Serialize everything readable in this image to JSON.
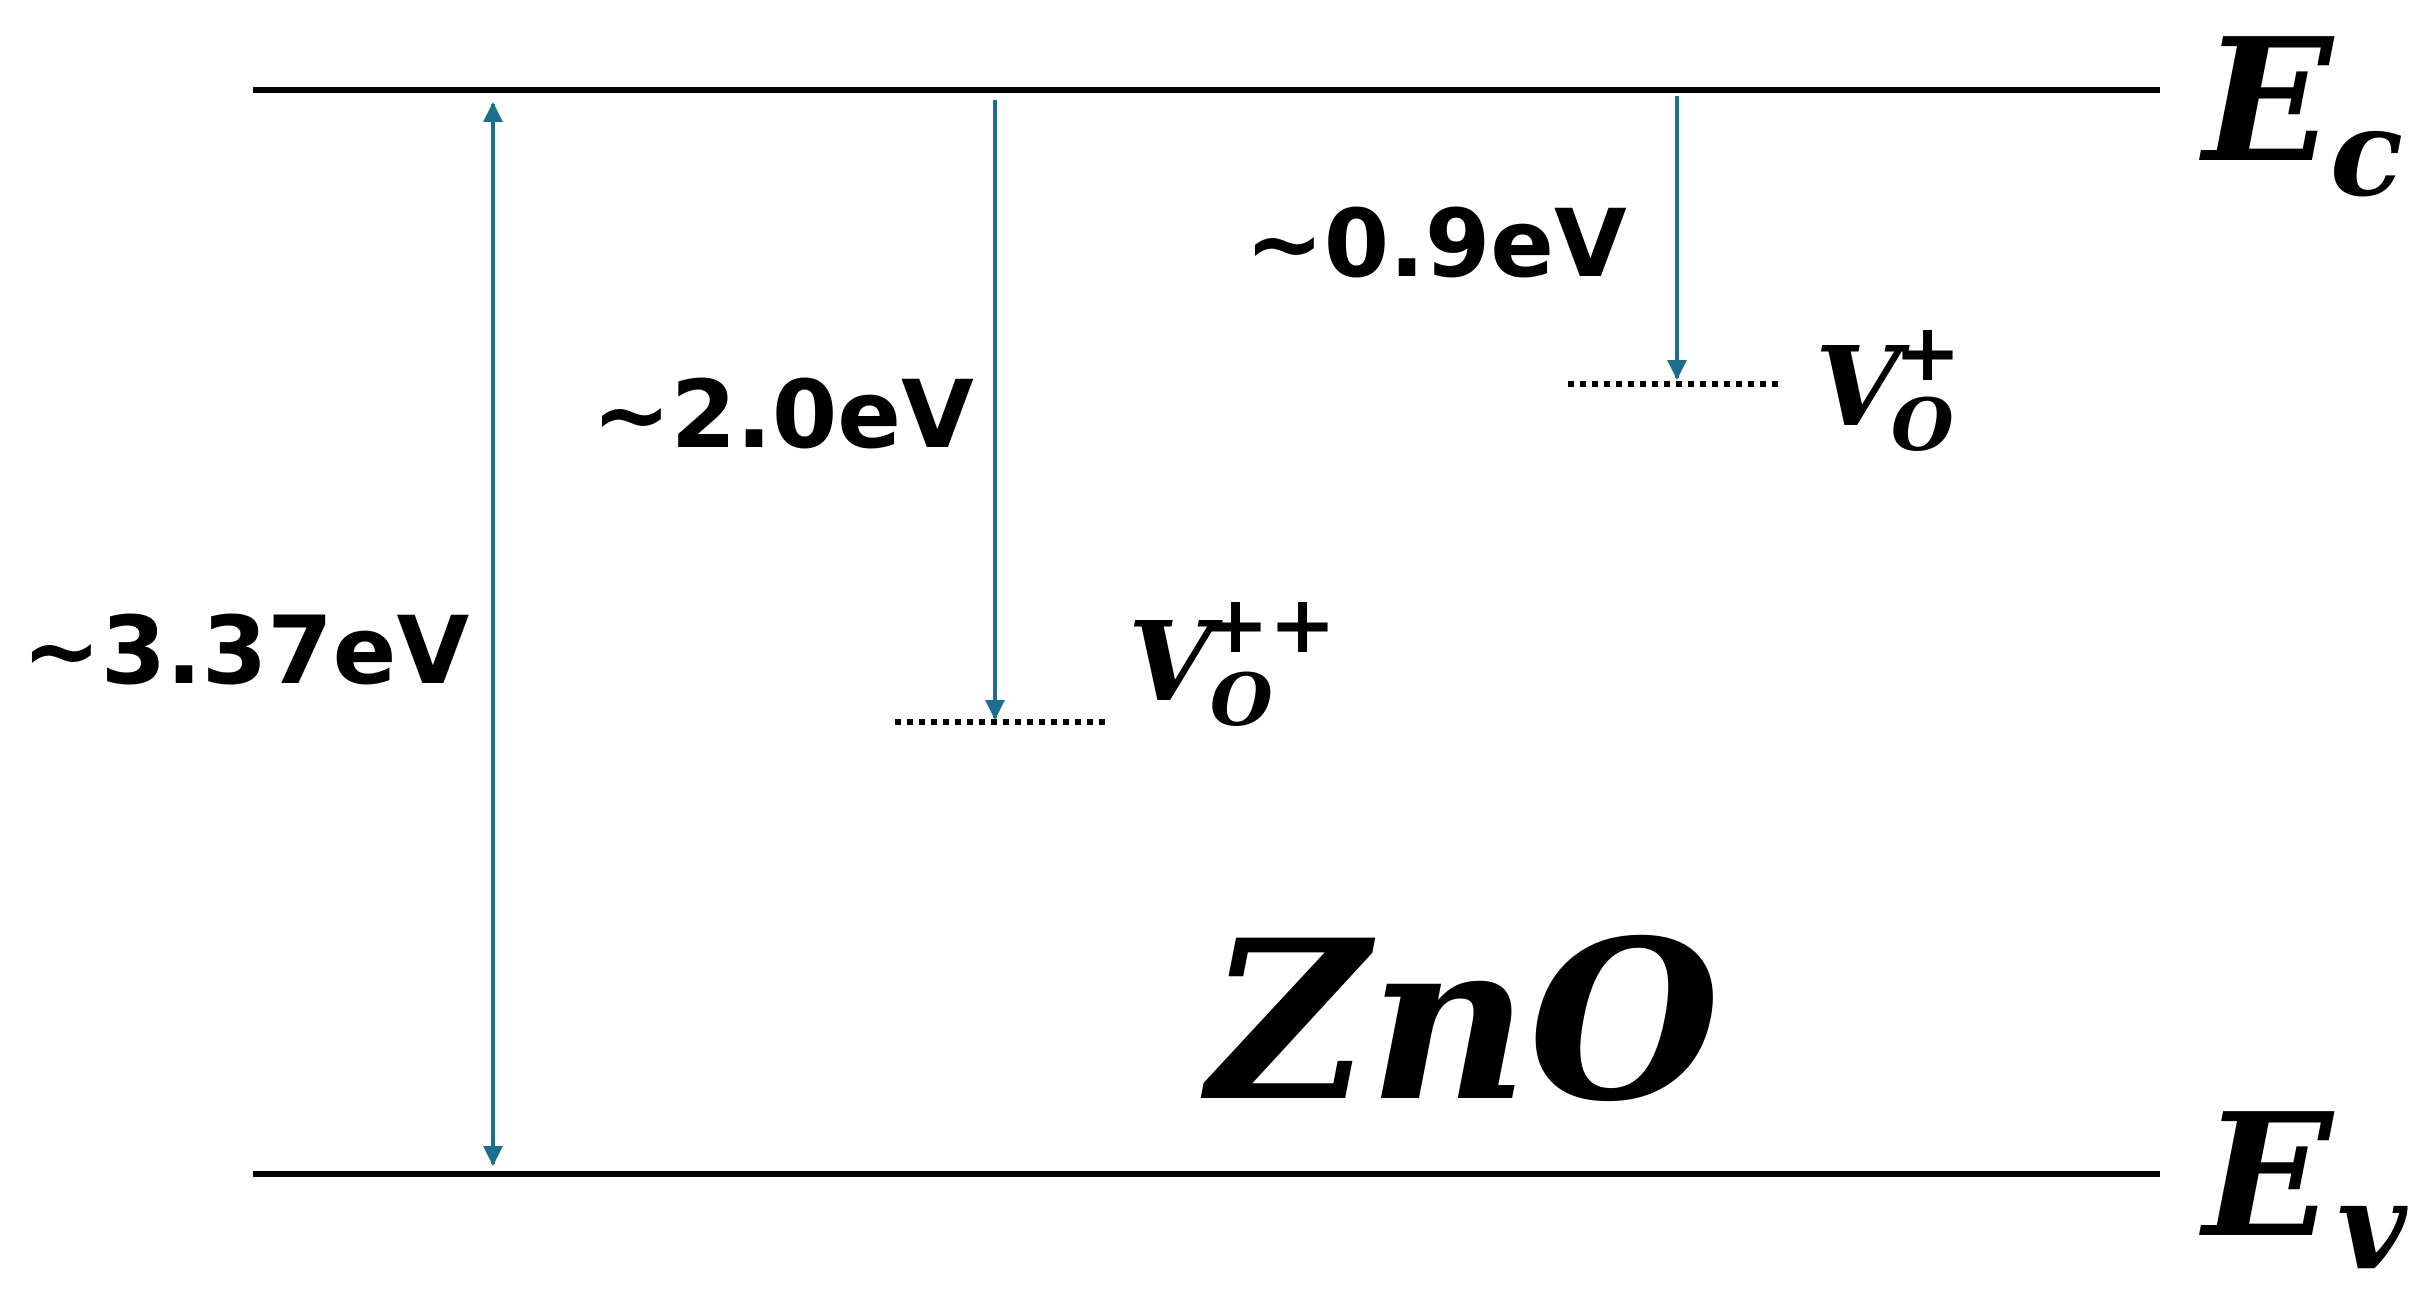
{
  "diagram": {
    "material": "ZnO",
    "conduction_band": {
      "symbol": "E",
      "subscript": "c"
    },
    "valence_band": {
      "symbol": "E",
      "subscript": "v"
    },
    "band_gap": {
      "label": "~3.37eV",
      "value_eV": 3.37
    },
    "defect_levels": [
      {
        "id": "vo-double-plus",
        "species": "V",
        "subscript": "O",
        "charge": "++",
        "energy_label": "~2.0eV",
        "depth_below_Ec_eV": 2.0
      },
      {
        "id": "vo-plus",
        "species": "V",
        "subscript": "O",
        "charge": "+",
        "energy_label": "~0.9eV",
        "depth_below_Ec_eV": 0.9
      }
    ],
    "colors": {
      "band_line": "#000000",
      "arrow": "#1a6f8e",
      "text": "#000000"
    }
  }
}
